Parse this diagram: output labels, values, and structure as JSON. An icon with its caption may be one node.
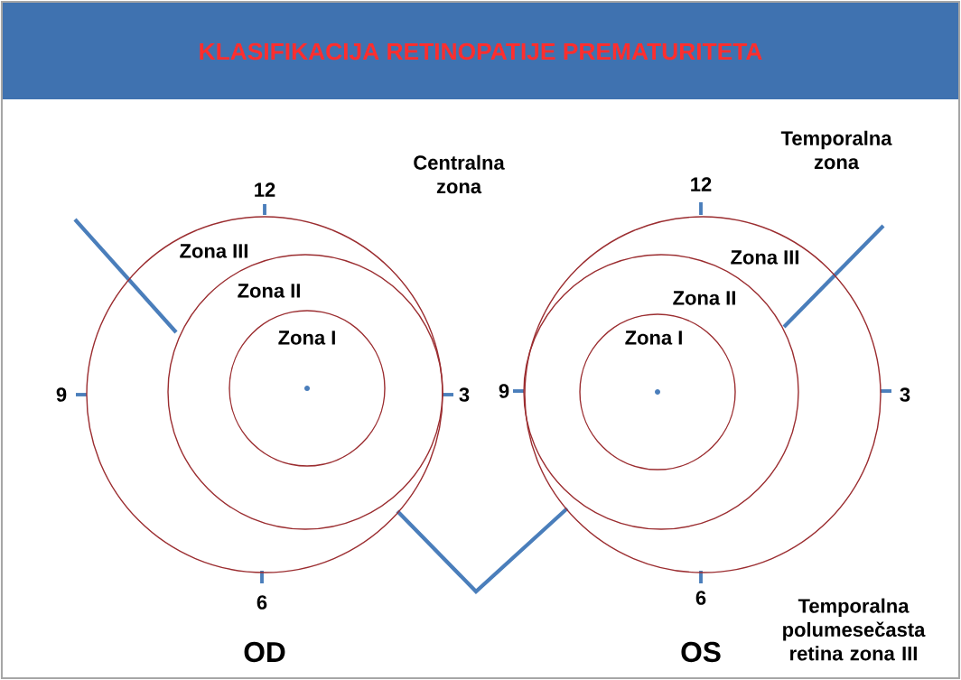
{
  "diagram": {
    "title": "KLASIFIKACIJA RETINOPATIJE PREMATURITETA",
    "nodes": [
      {
        "text": [
          "Zona III"
        ]
      },
      {
        "text": [
          "Zona II"
        ],
        "in": 0
      },
      {
        "text": [
          "Zona I"
        ],
        "in": 1
      },
      {
        "text": [
          "Zona III"
        ]
      },
      {
        "text": [
          "Zona II"
        ],
        "in": 3
      },
      {
        "text": [
          "Zona I"
        ],
        "in": 4
      }
    ],
    "labels": [
      "Centralna zona",
      "Temporalna zona",
      "12",
      "12",
      "9",
      "3",
      "9",
      "3",
      "6",
      "Temporalna polumesečasta retina zona III",
      "6",
      "OD",
      "OS"
    ]
  }
}
